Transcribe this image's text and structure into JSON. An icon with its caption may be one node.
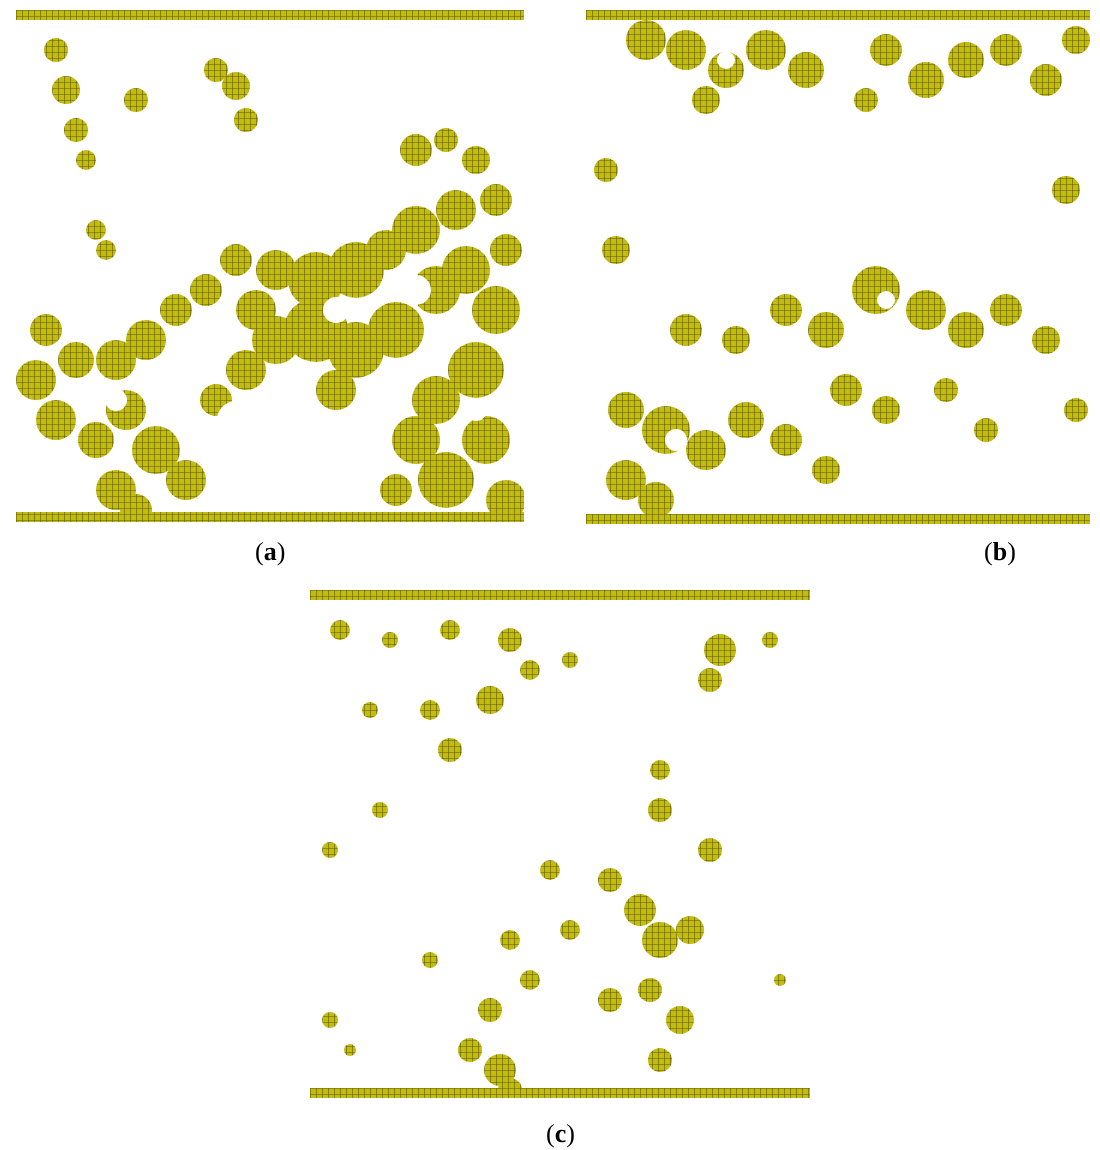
{
  "diagram": {
    "labels": [
      "(**a**)",
      "(**b**)",
      "(**c**)"
    ]
  }
}
